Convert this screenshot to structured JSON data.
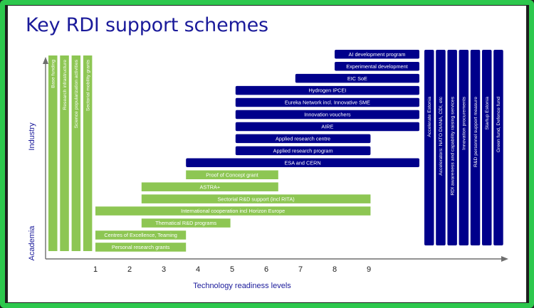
{
  "title": "Key RDI support schemes",
  "y_axis": {
    "top_label": "Industry",
    "bottom_label": "Academia"
  },
  "x_axis": {
    "label": "Technology readiness levels",
    "ticks": [
      "1",
      "2",
      "3",
      "4",
      "5",
      "6",
      "7",
      "8",
      "9"
    ]
  },
  "colors": {
    "green": "#8dc653",
    "navy": "#00008b",
    "axis": "#6e6e6e",
    "frame": "#2dc84d",
    "title": "#1a1a9a"
  },
  "vertical_green": [
    {
      "label": "Base funding"
    },
    {
      "label": "Research infrastructure"
    },
    {
      "label": "Science popularization activities"
    },
    {
      "label": "Sectorial mobility grants"
    }
  ],
  "vertical_navy": [
    {
      "label": "Accelerate Estonia"
    },
    {
      "label": "Accelerators: NATO DIANA, CDI, etc"
    },
    {
      "label": "RDI awareness and capability raising services"
    },
    {
      "label": "Innovation procurements"
    },
    {
      "label": "R&D personnel support measure"
    },
    {
      "label": "Startup Estonia"
    },
    {
      "label": "Green fund, Defence fund"
    }
  ],
  "schemes": [
    {
      "label": "AI development program",
      "color": "navy",
      "trl_start": 8,
      "trl_end": 10
    },
    {
      "label": "Experimental development",
      "color": "navy",
      "trl_start": 8,
      "trl_end": 10
    },
    {
      "label": "EIC SoE",
      "color": "navy",
      "trl_start": 6.85,
      "trl_end": 10
    },
    {
      "label": "Hydrogen IPCEI",
      "color": "navy",
      "trl_start": 5.1,
      "trl_end": 10
    },
    {
      "label": "Eureka Network incl. Innovative SME",
      "color": "navy",
      "trl_start": 5.1,
      "trl_end": 10
    },
    {
      "label": "Innovation vouchers",
      "color": "navy",
      "trl_start": 5.1,
      "trl_end": 10
    },
    {
      "label": "AIRE",
      "color": "navy",
      "trl_start": 5.1,
      "trl_end": 10
    },
    {
      "label": "Applied research centre",
      "color": "navy",
      "trl_start": 5.1,
      "trl_end": 9.05
    },
    {
      "label": "Applied research program",
      "color": "navy",
      "trl_start": 5.1,
      "trl_end": 9.05
    },
    {
      "label": "ESA and CERN",
      "color": "navy",
      "trl_start": 3.65,
      "trl_end": 10
    },
    {
      "label": "Proof of Concept grant",
      "color": "green",
      "trl_start": 3.65,
      "trl_end": 6.35
    },
    {
      "label": "ASTRA+",
      "color": "green",
      "trl_start": 2.35,
      "trl_end": 6.35
    },
    {
      "label": "Sectorial R&D support (incl RITA)",
      "color": "green",
      "trl_start": 2.35,
      "trl_end": 9.05
    },
    {
      "label": "International cooperation incl Horizon Europe",
      "color": "green",
      "trl_start": 1,
      "trl_end": 9.05
    },
    {
      "label": "Thematical R&D programs",
      "color": "green",
      "trl_start": 2.35,
      "trl_end": 4.95
    },
    {
      "label": "Centres of Excellence, Teaming",
      "color": "green",
      "trl_start": 1,
      "trl_end": 3.65
    },
    {
      "label": "Personal research grants",
      "color": "green",
      "trl_start": 1,
      "trl_end": 3.65
    }
  ]
}
